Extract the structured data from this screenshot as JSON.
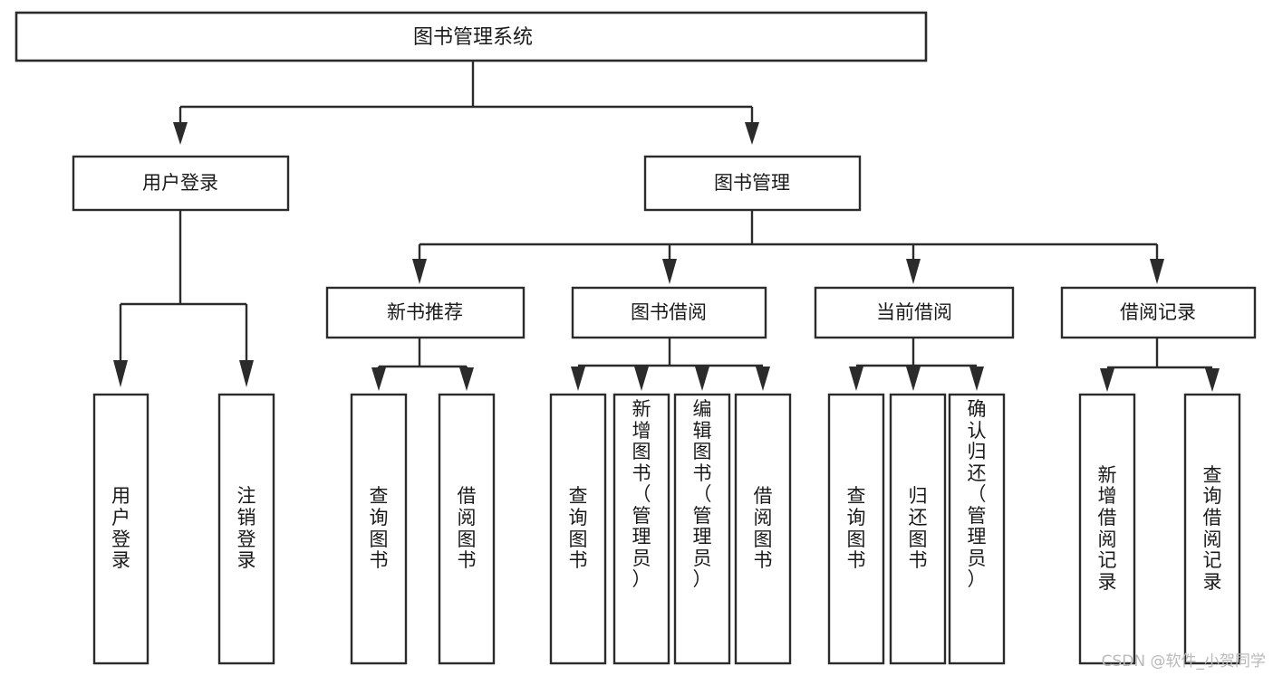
{
  "diagram": {
    "title": "图书管理系统",
    "type": "tree",
    "background_color": "#ffffff",
    "line_color": "#2b2b2b",
    "text_color": "#1a1a1a",
    "root": {
      "id": "root",
      "label": "图书管理系统",
      "orientation": "horizontal"
    },
    "level1": [
      {
        "id": "user-login",
        "label": "用户登录",
        "orientation": "horizontal"
      },
      {
        "id": "book-manage",
        "label": "图书管理",
        "orientation": "horizontal"
      }
    ],
    "level2": [
      {
        "id": "new-book-rec",
        "label": "新书推荐",
        "parent": "book-manage",
        "orientation": "horizontal"
      },
      {
        "id": "book-borrow",
        "label": "图书借阅",
        "parent": "book-manage",
        "orientation": "horizontal"
      },
      {
        "id": "current-borrow",
        "label": "当前借阅",
        "parent": "book-manage",
        "orientation": "horizontal"
      },
      {
        "id": "borrow-record",
        "label": "借阅记录",
        "parent": "book-manage",
        "orientation": "horizontal"
      }
    ],
    "leaves": [
      {
        "id": "leaf-user-login",
        "label": "用户登录",
        "parent": "user-login",
        "orientation": "vertical"
      },
      {
        "id": "leaf-user-logout",
        "label": "注销登录",
        "parent": "user-login",
        "orientation": "vertical"
      },
      {
        "id": "leaf-query-book-1",
        "label": "查询图书",
        "parent": "new-book-rec",
        "orientation": "vertical"
      },
      {
        "id": "leaf-borrow-book-1",
        "label": "借阅图书",
        "parent": "new-book-rec",
        "orientation": "vertical"
      },
      {
        "id": "leaf-query-book-2",
        "label": "查询图书",
        "parent": "book-borrow",
        "orientation": "vertical"
      },
      {
        "id": "leaf-add-book",
        "label": "新增图书（管理员）",
        "parent": "book-borrow",
        "orientation": "vertical"
      },
      {
        "id": "leaf-edit-book",
        "label": "编辑图书（管理员）",
        "parent": "book-borrow",
        "orientation": "vertical"
      },
      {
        "id": "leaf-borrow-book-2",
        "label": "借阅图书",
        "parent": "book-borrow",
        "orientation": "vertical"
      },
      {
        "id": "leaf-query-book-3",
        "label": "查询图书",
        "parent": "current-borrow",
        "orientation": "vertical"
      },
      {
        "id": "leaf-return-book",
        "label": "归还图书",
        "parent": "current-borrow",
        "orientation": "vertical"
      },
      {
        "id": "leaf-confirm-return",
        "label": "确认归还（管理员）",
        "parent": "current-borrow",
        "orientation": "vertical"
      },
      {
        "id": "leaf-add-record",
        "label": "新增借阅记录",
        "parent": "borrow-record",
        "orientation": "vertical"
      },
      {
        "id": "leaf-query-record",
        "label": "查询借阅记录",
        "parent": "borrow-record",
        "orientation": "vertical"
      }
    ]
  },
  "watermark": {
    "text": "CSDN @软件_小贺同学"
  }
}
